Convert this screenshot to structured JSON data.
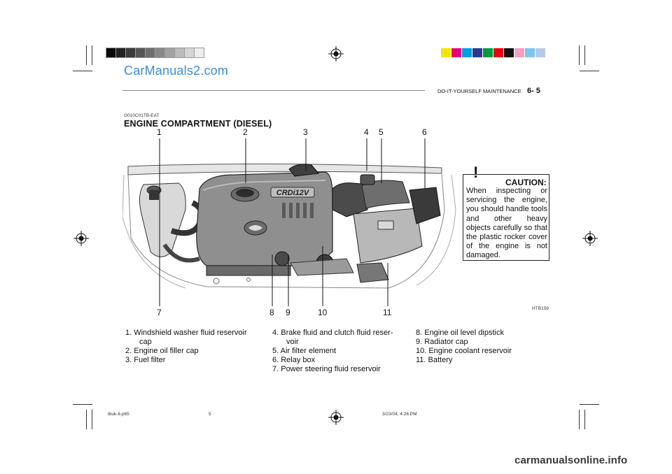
{
  "watermark_top": "CarManuals2.com",
  "header": {
    "section": "DO-IT-YOURSELF MAINTENANCE",
    "page_num": "6- 5"
  },
  "figure": {
    "code": "G010C01TB-EAT",
    "title": "ENGINE COMPARTMENT (DIESEL)",
    "image_ref": "HTB159",
    "engine_badge": "CRDi12V",
    "callouts_top": [
      "1",
      "2",
      "3",
      "4",
      "5",
      "6"
    ],
    "callouts_bottom": [
      "7",
      "8",
      "9",
      "10",
      "11"
    ]
  },
  "caution": {
    "symbol": "!",
    "title": "CAUTION:",
    "text": "When inspecting or servicing the engine, you should handle tools and other heavy objects carefully so that the plastic rocker cover of the engine is not damaged."
  },
  "legend": {
    "col1": [
      "1. Windshield washer fluid reservoir cap",
      "2. Engine oil filler cap",
      "3. Fuel filter"
    ],
    "col2": [
      "4. Brake fluid and clutch fluid reser- voir",
      "5. Air filter element",
      "6. Relay box",
      "7. Power steering fluid reservoir"
    ],
    "col3": [
      "8. Engine oil level dipstick",
      "9. Radiator cap",
      "10. Engine coolant reservoir",
      "11. Battery"
    ]
  },
  "footer": {
    "file": "tbuk-6.p65",
    "page": "5",
    "date": "3/23/04, 4:26 PM",
    "watermark": "carmanualsonline.info"
  },
  "colors": {
    "gray_bar": [
      "#0a0a0a",
      "#222222",
      "#3c3c3c",
      "#555555",
      "#6e6e6e",
      "#888888",
      "#a2a2a2",
      "#bbbbbb",
      "#d5d5d5",
      "#eeeeee"
    ],
    "color_bar": [
      "#f2e600",
      "#e6007e",
      "#009fe3",
      "#2a3b8f",
      "#00983a",
      "#e30613",
      "#111111",
      "#f29fc5",
      "#7ac7ee",
      "#b9c8e6"
    ],
    "watermark": "#3a8fd6"
  }
}
